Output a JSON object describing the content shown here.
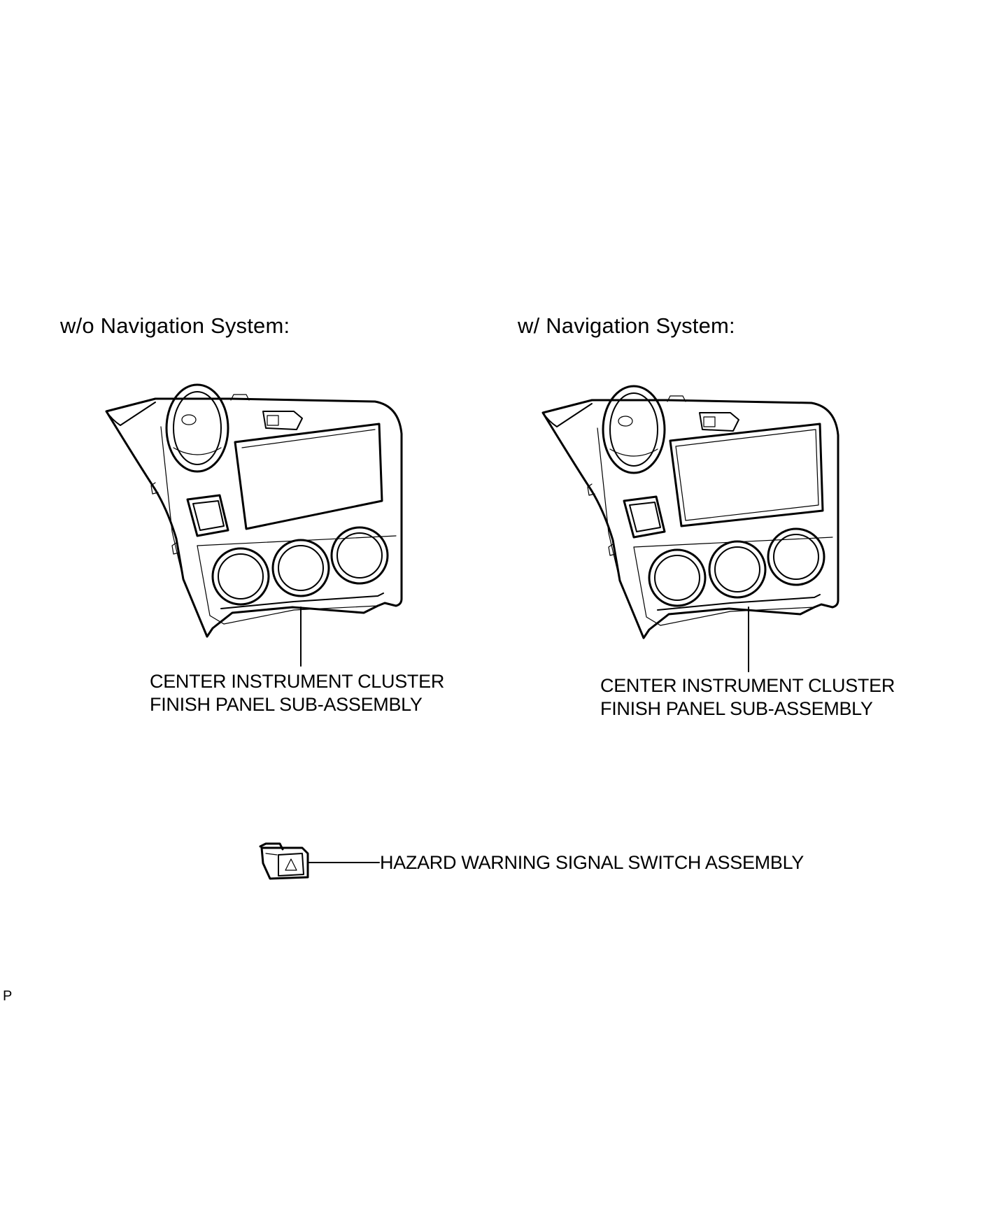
{
  "headings": {
    "left": "w/o Navigation System:",
    "right": "w/ Navigation System:"
  },
  "labels": {
    "left_panel": [
      "CENTER INSTRUMENT CLUSTER",
      "FINISH PANEL SUB-ASSEMBLY"
    ],
    "right_panel": [
      "CENTER INSTRUMENT CLUSTER",
      "FINISH PANEL SUB-ASSEMBLY"
    ],
    "hazard_switch": "HAZARD WARNING SIGNAL SWITCH ASSEMBLY"
  },
  "corner_mark": "P",
  "icons": {
    "left_panel": "center-instrument-cluster-panel-icon",
    "right_panel": "center-instrument-cluster-panel-with-navigation-icon",
    "hazard_switch": "hazard-warning-switch-icon"
  }
}
